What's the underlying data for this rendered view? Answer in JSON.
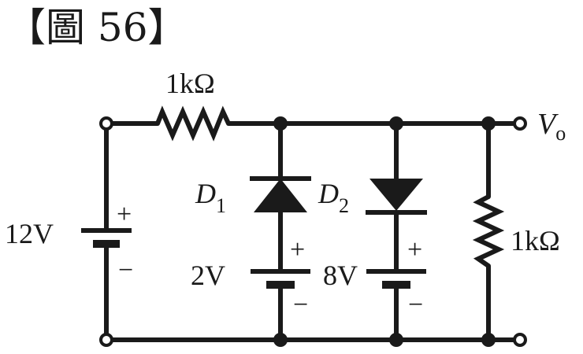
{
  "figure": {
    "title": "【圖 56】"
  },
  "circuit": {
    "series_resistor": "1kΩ",
    "load_resistor": "1kΩ",
    "source_voltage": "12V",
    "output_label": {
      "symbol": "V",
      "subscript": "o"
    },
    "diode1": {
      "symbol": "D",
      "subscript": "1"
    },
    "diode2": {
      "symbol": "D",
      "subscript": "2"
    },
    "battery1_voltage": "2V",
    "battery2_voltage": "8V",
    "plus_sign": "+",
    "minus_sign": "−"
  }
}
